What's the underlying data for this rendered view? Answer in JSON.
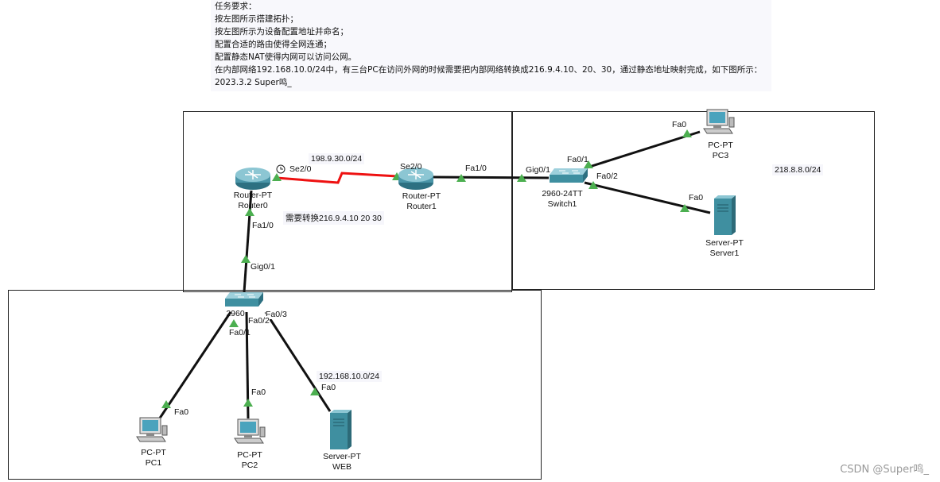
{
  "task": {
    "lines": [
      "任务要求：",
      "按左图所示搭建拓扑；",
      "按左图所示为设备配置地址并命名；",
      "配置合适的路由使得全网连通；",
      "配置静态NAT使得内网可以访问公网。",
      " 在内部网络192.168.10.0/24中，有三台PC在访问外网的时候需要把内部网络转换成216.9.4.10、20、30，通过静态地址映射完成，如下图所示：",
      "2023.3.2 Super鸣_"
    ]
  },
  "devices": {
    "router0": {
      "model": "Router-PT",
      "name": "Router0"
    },
    "router1": {
      "model": "Router-PT",
      "name": "Router1"
    },
    "switch1": {
      "model": "2960-24TT",
      "name": "Switch1"
    },
    "switch0": {
      "model": "2960",
      "name": ""
    },
    "pc3": {
      "model": "PC-PT",
      "name": "PC3"
    },
    "server1": {
      "model": "Server-PT",
      "name": "Server1"
    },
    "pc1": {
      "model": "PC-PT",
      "name": "PC1"
    },
    "pc2": {
      "model": "PC-PT",
      "name": "PC2"
    },
    "web": {
      "model": "Server-PT",
      "name": "WEB"
    }
  },
  "ports": {
    "r0_se": "Se2/0",
    "r1_se": "Se2/0",
    "r1_fa": "Fa1/0",
    "sw1_gig": "Gig0/1",
    "sw1_fa01": "Fa0/1",
    "sw1_fa02": "Fa0/2",
    "pc3_fa": "Fa0",
    "srv1_fa": "Fa0",
    "r0_fa": "Fa1/0",
    "sw0_gig": "Gig0/1",
    "sw0_fa03": "Fa0/3",
    "sw0_fa02": "Fa0/2",
    "sw0_fa01": "Fa0/1",
    "pc1_fa": "Fa0",
    "pc2_fa": "Fa0",
    "web_fa": "Fa0"
  },
  "notes": {
    "serial_net": "198.9.30.0/24",
    "nat_note": "需要转换216.9.4.10 20 30",
    "right_net": "218.8.8.0/24",
    "lan_net": "192.168.10.0/24"
  },
  "colors": {
    "serial_link": "#ee1111",
    "link": "#111111",
    "port_up": "#4caf50",
    "device": "#3f8fa0"
  },
  "watermark": "CSDN @Super鸣_"
}
